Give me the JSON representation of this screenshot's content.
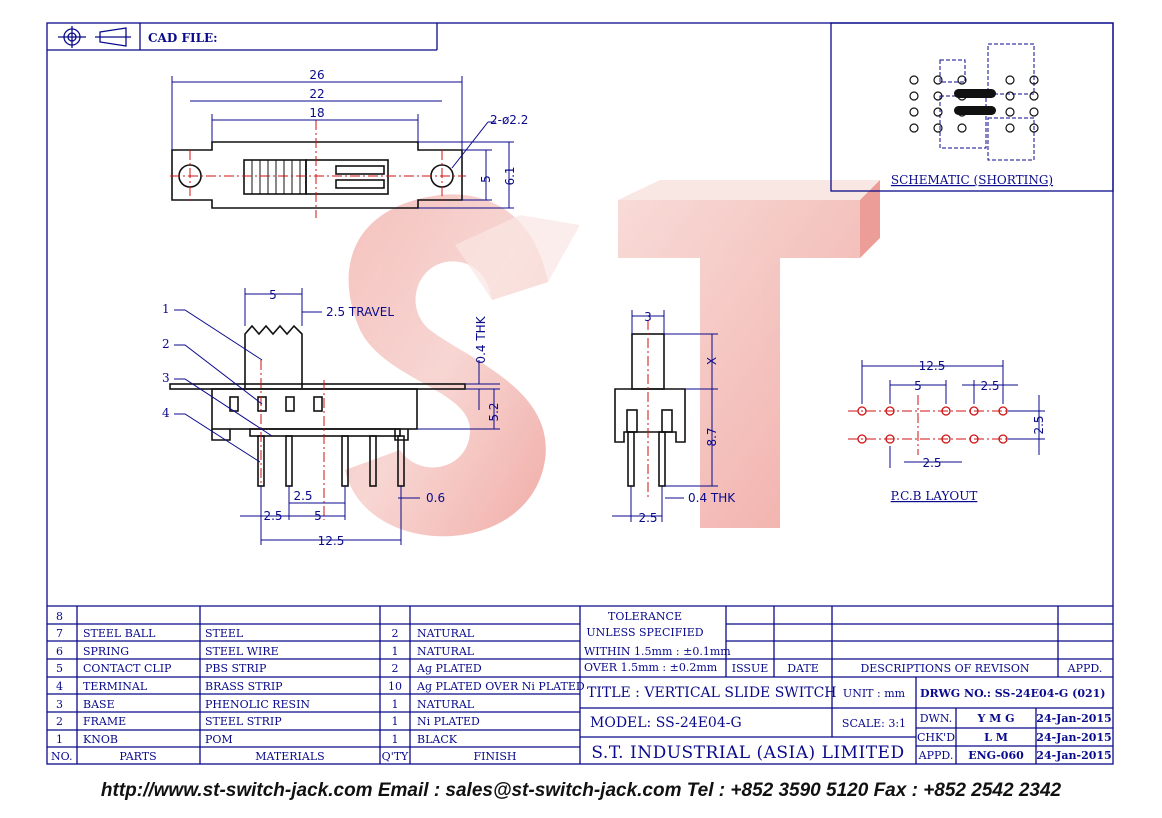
{
  "header": {
    "cad_file_label": "CAD FILE:"
  },
  "schematic": {
    "caption": "SCHEMATIC (SHORTING)"
  },
  "pcb": {
    "caption": "P.C.B LAYOUT",
    "dim_width": "12.5",
    "dim_pitch_a": "5",
    "dim_pitch_b": "2.5",
    "dim_row": "2.5",
    "dim_bottom": "2.5"
  },
  "top_view": {
    "dim_26": "26",
    "dim_22": "22",
    "dim_18": "18",
    "dim_hole": "2-ø2.2",
    "dim_5": "5",
    "dim_61": "6.1"
  },
  "front_view": {
    "dim_knob": "5",
    "travel": "2.5 TRAVEL",
    "thk": "0.4 THK",
    "dim_52": "5.2",
    "dim_25a": "2.5",
    "dim_25b": "2.5",
    "dim_5b": "5",
    "dim_06": "0.6",
    "dim_125": "12.5",
    "callouts": [
      "1",
      "2",
      "3",
      "4"
    ]
  },
  "side_view": {
    "dim_3": "3",
    "dim_x": "X",
    "dim_87": "8.7",
    "dim_25": "2.5",
    "thk": "0.4 THK"
  },
  "watermark": {
    "letters": "ST"
  },
  "bom": {
    "rows": [
      {
        "no": "8",
        "part": "",
        "material": "",
        "qty": "",
        "finish": ""
      },
      {
        "no": "7",
        "part": "STEEL BALL",
        "material": "STEEL",
        "qty": "2",
        "finish": "NATURAL"
      },
      {
        "no": "6",
        "part": "SPRING",
        "material": "STEEL WIRE",
        "qty": "1",
        "finish": "NATURAL"
      },
      {
        "no": "5",
        "part": "CONTACT CLIP",
        "material": "PBS STRIP",
        "qty": "2",
        "finish": "Ag PLATED"
      },
      {
        "no": "4",
        "part": "TERMINAL",
        "material": "BRASS STRIP",
        "qty": "10",
        "finish": "Ag PLATED OVER Ni PLATED"
      },
      {
        "no": "3",
        "part": "BASE",
        "material": "PHENOLIC RESIN",
        "qty": "1",
        "finish": "NATURAL"
      },
      {
        "no": "2",
        "part": "FRAME",
        "material": "STEEL STRIP",
        "qty": "1",
        "finish": "Ni PLATED"
      },
      {
        "no": "1",
        "part": "KNOB",
        "material": "POM",
        "qty": "1",
        "finish": "BLACK"
      }
    ],
    "headers": {
      "no": "NO.",
      "parts": "PARTS",
      "materials": "MATERIALS",
      "qty": "Q'TY",
      "finish": "FINISH"
    }
  },
  "tolerance": {
    "title": "TOLERANCE",
    "subtitle": "UNLESS SPECIFIED",
    "within": "WITHIN 1.5mm : ±0.1mm",
    "over": "OVER  1.5mm : ±0.2mm"
  },
  "revision": {
    "issue": "ISSUE",
    "date": "DATE",
    "desc": "DESCRIPTIONS OF REVISON",
    "appd": "APPD."
  },
  "title_block": {
    "title": "TITLE : VERTICAL SLIDE SWITCH",
    "unit": "UNIT :  mm",
    "drwg": "DRWG NO.: SS-24E04-G (021)",
    "model": "MODEL: SS-24E04-G",
    "scale": "SCALE:  3:1",
    "company": "S.T. INDUSTRIAL (ASIA) LIMITED",
    "dwn_label": "DWN.",
    "dwn_val": "Y M G",
    "dwn_date": "24-Jan-2015",
    "chk_label": "CHK'D",
    "chk_val": "L M",
    "chk_date": "24-Jan-2015",
    "appd_label": "APPD.",
    "appd_val": "ENG-060",
    "appd_date": "24-Jan-2015"
  },
  "footer": {
    "contact": "http://www.st-switch-jack.com  Email : sales@st-switch-jack.com  Tel : +852 3590 5120  Fax : +852 2542 2342"
  }
}
